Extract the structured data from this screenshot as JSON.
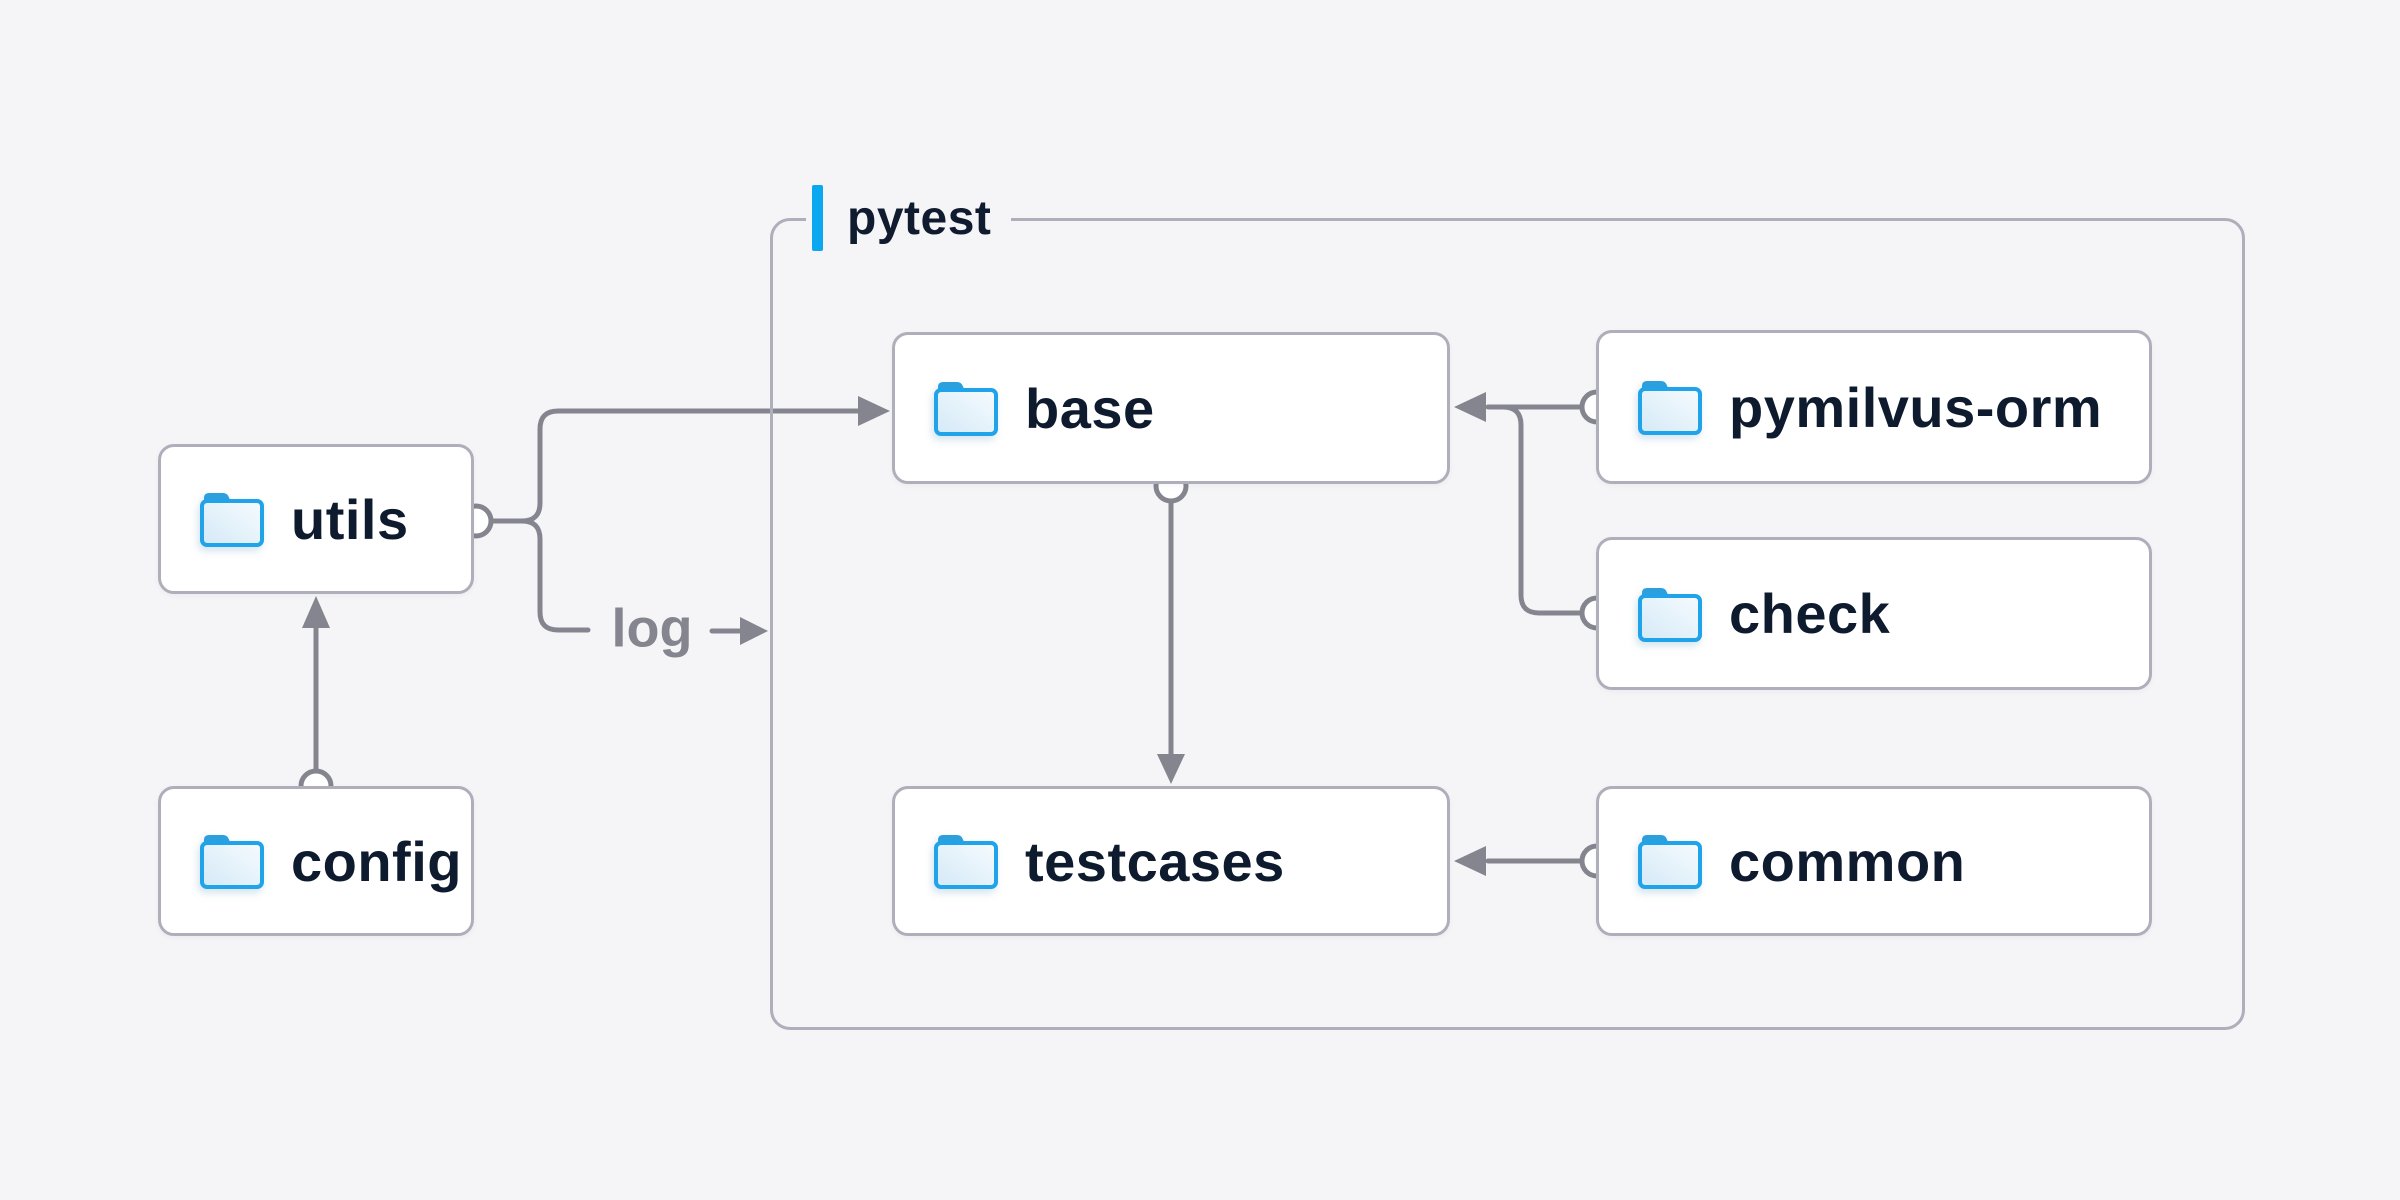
{
  "diagram": {
    "title": "pytest",
    "container": {
      "label": "pytest",
      "accent_color": "#0BA7F1",
      "border_color": "#AFAFBC",
      "children": [
        "base",
        "testcases",
        "pymilvus-orm",
        "check",
        "common"
      ]
    },
    "nodes": {
      "utils": {
        "label": "utils",
        "icon": "folder-icon"
      },
      "config": {
        "label": "config",
        "icon": "folder-icon"
      },
      "base": {
        "label": "base",
        "icon": "folder-icon"
      },
      "pymilvus-orm": {
        "label": "pymilvus-orm",
        "icon": "folder-icon"
      },
      "check": {
        "label": "check",
        "icon": "folder-icon"
      },
      "testcases": {
        "label": "testcases",
        "icon": "folder-icon"
      },
      "common": {
        "label": "common",
        "icon": "folder-icon"
      }
    },
    "edges": [
      {
        "from": "config",
        "to": "utils",
        "style": "arrow"
      },
      {
        "from": "utils",
        "to": "base",
        "style": "arrow"
      },
      {
        "from": "utils",
        "to": "log",
        "style": "arrow",
        "label": "log"
      },
      {
        "from": "base",
        "to": "testcases",
        "style": "arrow"
      },
      {
        "from": "pymilvus-orm",
        "to": "base",
        "style": "arrow"
      },
      {
        "from": "check",
        "to": "base",
        "style": "arrow"
      },
      {
        "from": "common",
        "to": "testcases",
        "style": "arrow"
      }
    ],
    "labels": {
      "log": "log"
    },
    "colors": {
      "background": "#F5F5F7",
      "node_fill": "#FFFFFF",
      "node_border": "#AFAFBC",
      "line": "#85858F",
      "text": "#0E1A2E",
      "muted_text": "#85858F",
      "accent_blue": "#0BA7F1",
      "folder_stroke": "#21A3E9",
      "folder_tab": "#2E9FDD",
      "folder_fill_light": "#F4FAFE",
      "folder_fill_dark": "#D6EAF7"
    }
  }
}
